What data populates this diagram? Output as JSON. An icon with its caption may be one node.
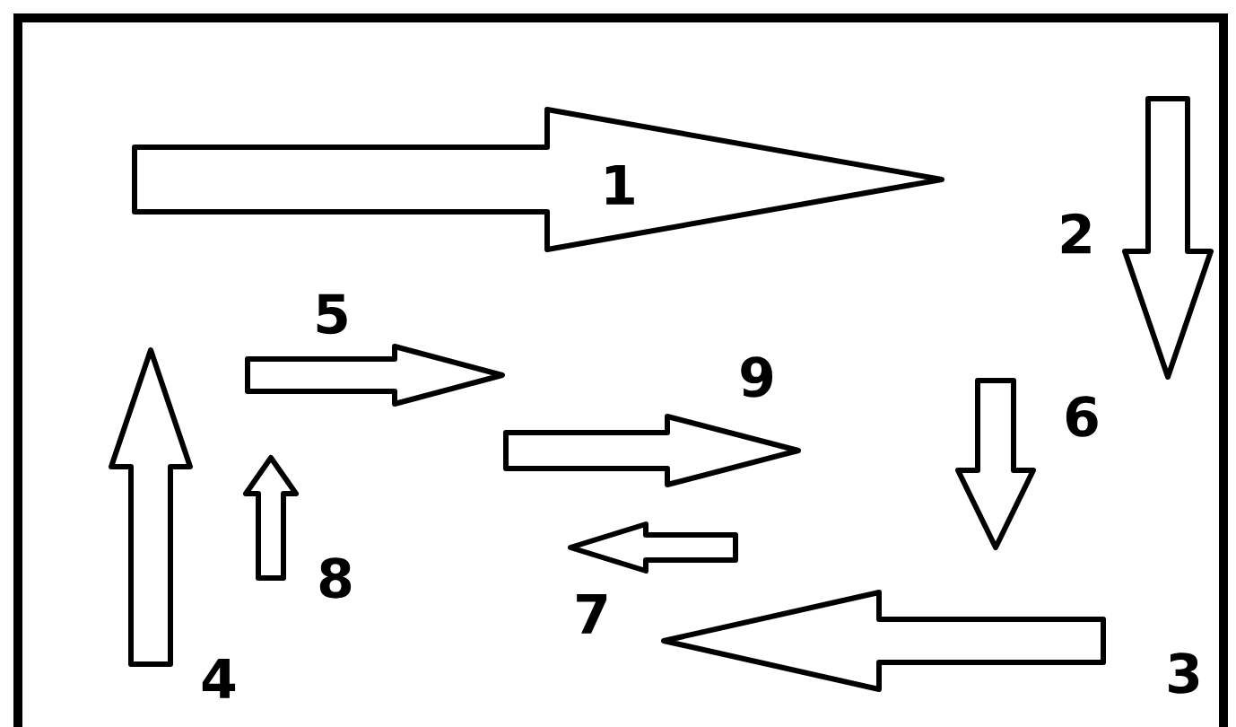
{
  "diagram": {
    "labels": [
      "1",
      "2",
      "5",
      "9",
      "6",
      "8",
      "7",
      "3",
      "4"
    ]
  }
}
